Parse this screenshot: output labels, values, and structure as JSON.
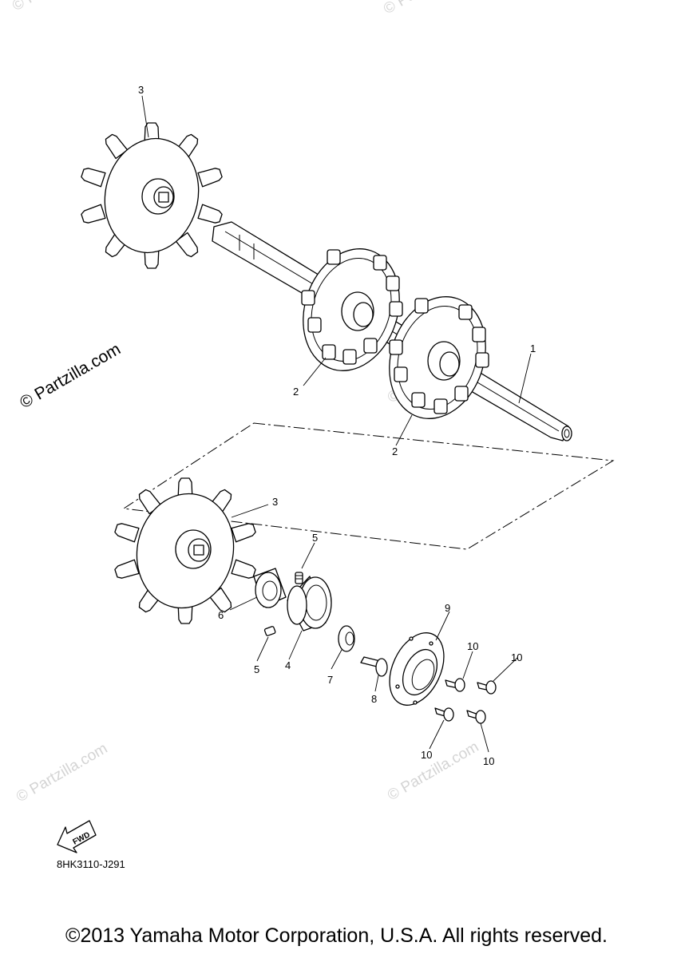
{
  "parts": {
    "shaft": "1",
    "sprocket_left": "2",
    "sprocket_right": "2",
    "sprocket_outer_top": "3",
    "sprocket_outer_bottom": "3",
    "bearing": "4",
    "set_screw_top": "5",
    "set_screw_bottom": "5",
    "collar": "6",
    "plug": "7",
    "bolt": "8",
    "housing": "9",
    "bolt_a": "10",
    "bolt_b": "10",
    "bolt_c": "10",
    "bolt_d": "10"
  },
  "fwd_arrow": "FWD",
  "diagram_code": "8HK3110-J291",
  "watermark": {
    "main": "© Partzilla.com",
    "faint": "© Partzilla.com"
  },
  "copyright": "©2013 Yamaha Motor Corporation, U.S.A. All rights reserved."
}
